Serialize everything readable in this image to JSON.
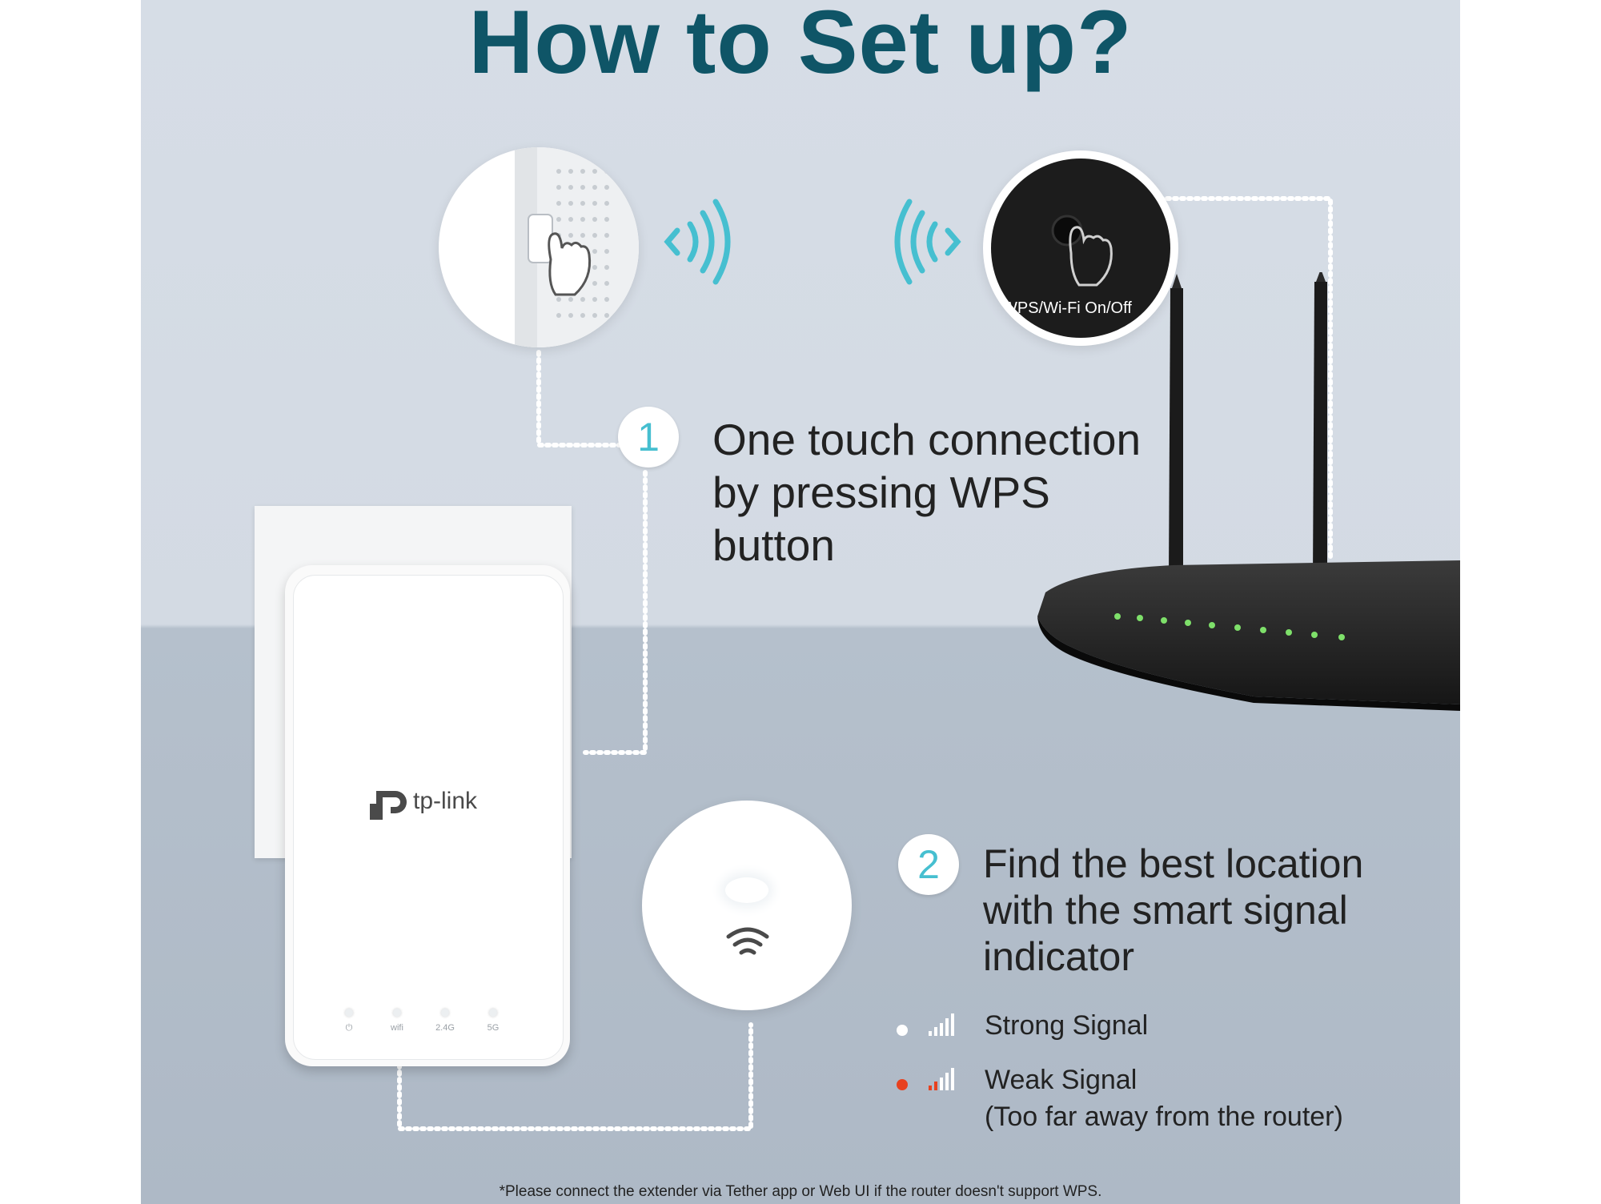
{
  "title": "How to Set up?",
  "colors": {
    "title": "#0f5567",
    "accent_wave": "#46bfd0",
    "step_number": "#46bfd0",
    "strong_dot": "#ffffff",
    "weak_dot": "#e8411f",
    "router_led": "#7ee06a",
    "dotted_line": "#ffffff"
  },
  "step1": {
    "number": "1",
    "text_lines": [
      "One touch connection",
      "by pressing WPS",
      "button"
    ]
  },
  "step2": {
    "number": "2",
    "text_lines": [
      "Find the best location",
      "with the smart signal",
      "indicator"
    ]
  },
  "signals": {
    "strong": {
      "label": "Strong Signal",
      "dot_color": "#ffffff",
      "icon": "signal-bars-icon"
    },
    "weak": {
      "label": "Weak Signal",
      "sublabel": "(Too far away from the router)",
      "dot_color": "#e8411f",
      "icon": "signal-bars-icon"
    }
  },
  "router_button_label": "WPS/Wi-Fi On/Off",
  "extender": {
    "brand": "tp-link",
    "led_labels": [
      "⏻",
      "wifi",
      "2.4G",
      "5G"
    ]
  },
  "footnote": "*Please connect the extender via Tether app or Web UI   if the router doesn't support WPS."
}
